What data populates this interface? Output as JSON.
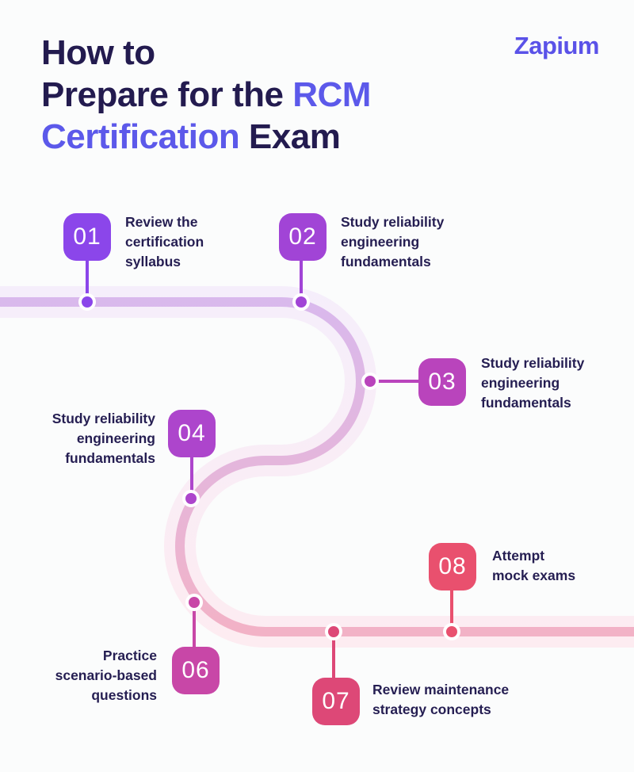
{
  "page": {
    "background": "#fbfcfc"
  },
  "header": {
    "title": {
      "part1": "How to\nPrepare for the ",
      "accent": "RCM\nCertification",
      "part2": " Exam"
    },
    "title_color": "#231b4f",
    "accent_color": "#5c59ea",
    "logo": "Zapium",
    "logo_color": "#5a52e8"
  },
  "road": {
    "band_start": "#f5eefb",
    "band_end": "#fdecf1",
    "stripe_start": "#d8b9ee",
    "stripe_mid": "#e4b6dc",
    "stripe_end": "#f3b2c5"
  },
  "label_color": "#251e52",
  "milestones": [
    {
      "number": "01",
      "label": "Review the\ncertification\nsyllabus",
      "color": "#8b46ea"
    },
    {
      "number": "02",
      "label": "Study reliability\nengineering\nfundamentals",
      "color": "#a144d6"
    },
    {
      "number": "03",
      "label": "Study reliability\nengineering\nfundamentals",
      "color": "#b944bc"
    },
    {
      "number": "04",
      "label": "Study reliability\nengineering\nfundamentals",
      "color": "#ad45cc"
    },
    {
      "number": "06",
      "label": "Practice\nscenario-based\nquestions",
      "color": "#c847a7"
    },
    {
      "number": "07",
      "label": "Review maintenance\nstrategy concepts",
      "color": "#dd4877"
    },
    {
      "number": "08",
      "label": "Attempt\nmock exams",
      "color": "#e9506e"
    }
  ]
}
